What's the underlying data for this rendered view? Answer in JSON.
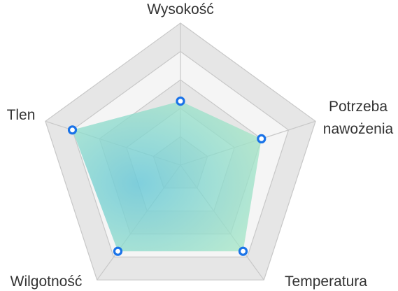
{
  "chart_data": {
    "type": "radar",
    "title": "",
    "axes": [
      {
        "name": "axis-wysokosc",
        "label_lines": [
          "Wysokość"
        ]
      },
      {
        "name": "axis-potrzeba-nawozenia",
        "label_lines": [
          "Potrzeba",
          "nawożenia"
        ]
      },
      {
        "name": "axis-temperatura",
        "label_lines": [
          "Temperatura"
        ]
      },
      {
        "name": "axis-wilgotnosc",
        "label_lines": [
          "Wilgotność"
        ]
      },
      {
        "name": "axis-tlen",
        "label_lines": [
          "Tlen"
        ]
      }
    ],
    "series": [
      {
        "values": [
          0.45,
          0.6,
          0.75,
          0.75,
          0.8
        ]
      }
    ],
    "range": [
      0,
      1
    ],
    "levels": 5,
    "colors": {
      "band_dark": "#e6e6e6",
      "band_light": "#f5f5f5",
      "grid_line": "#c8c8c8",
      "gradient_center": "#6bc9d9",
      "gradient_edge": "#a9e8c4",
      "point_stroke": "#1a73e8",
      "point_fill": "#ffffff",
      "label_text": "#333333"
    }
  }
}
